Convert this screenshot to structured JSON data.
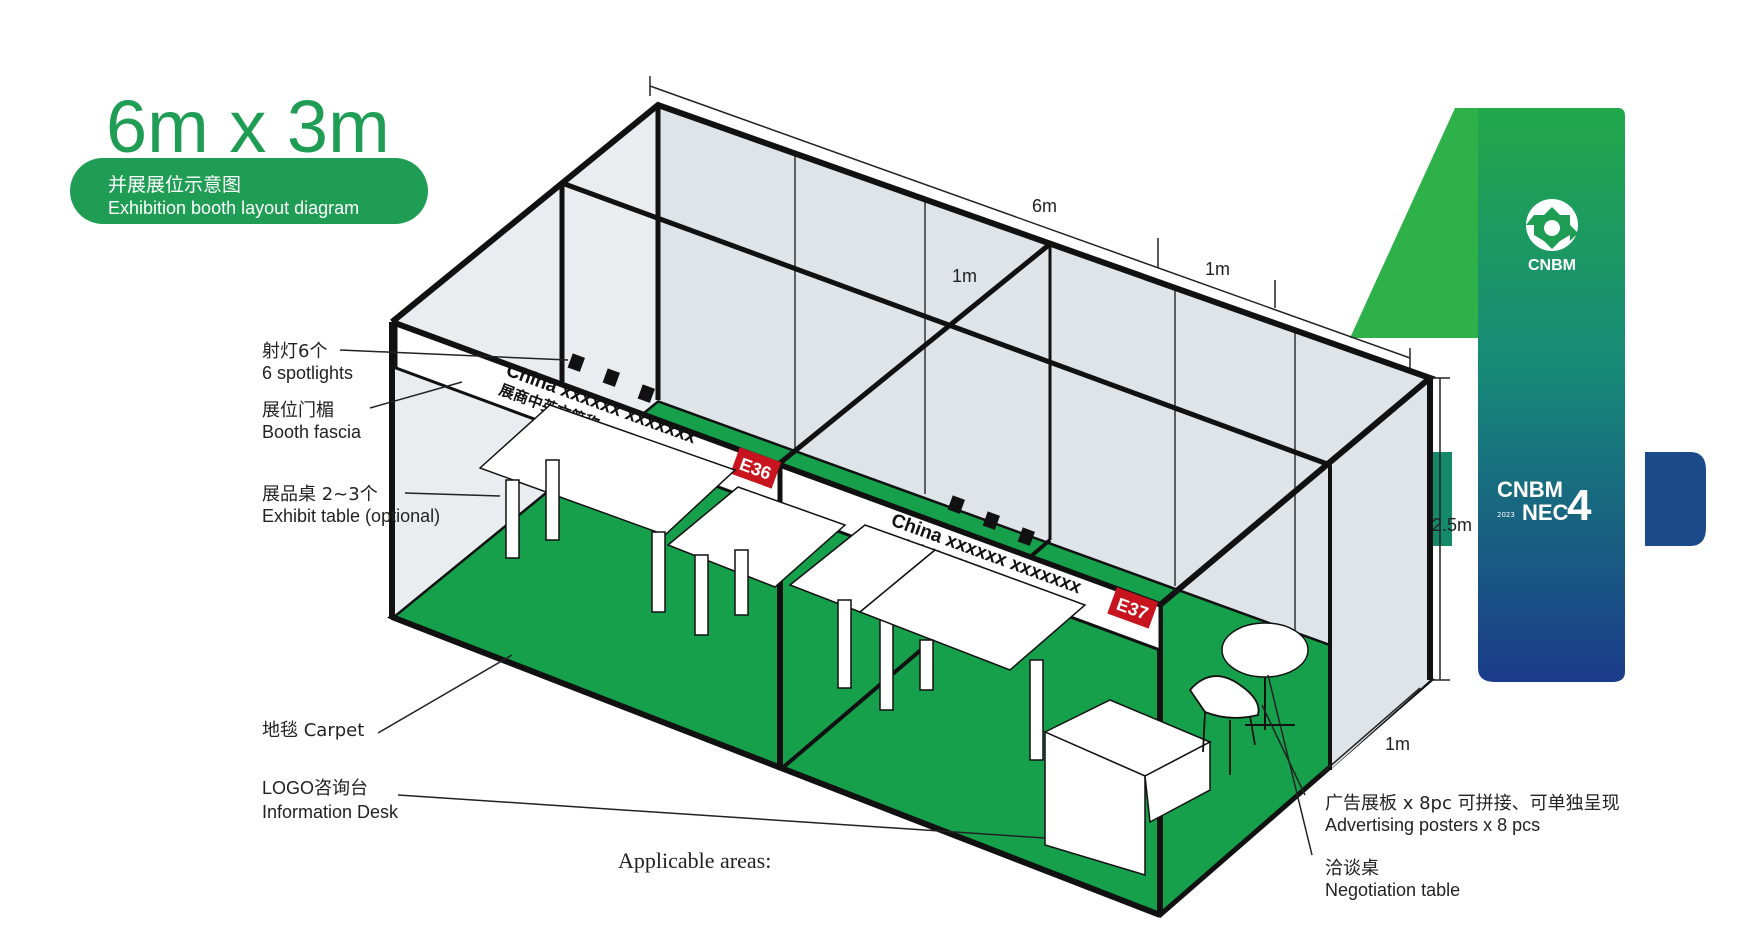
{
  "title": {
    "size": "6m x 3m",
    "pill_cn": "并展展位示意图",
    "pill_en": "Exhibition booth layout diagram"
  },
  "colors": {
    "green": "#16a04c",
    "pill": "#1f9d55",
    "title": "#1f9d55",
    "wall": "#dfe4e8",
    "logo_green": "#2fb14a",
    "logo_blue": "#1a3b8a",
    "booth_badge": "#c8141e"
  },
  "dimensions": {
    "length": "6m",
    "module": "1m",
    "module_top": "1m",
    "height": "2.5m",
    "depth": "1m"
  },
  "labels": {
    "spotlights_cn": "射灯6个",
    "spotlights_en": "6 spotlights",
    "fascia_cn": "展位门楣",
    "fascia_en": "Booth fascia",
    "table_cn": "展品桌 2~3个",
    "table_en": "Exhibit table (optional)",
    "carpet": "地毯  Carpet",
    "desk_cn": "LOGO咨询台",
    "desk_en": "Information Desk",
    "posters_cn": "广告展板 x 8pc  可拼接、可单独呈现",
    "posters_en": "Advertising posters x 8 pcs",
    "negotiation_cn": "洽谈桌",
    "negotiation_en": "Negotiation table",
    "applicable": "Applicable areas:"
  },
  "fascia": {
    "line1": "China xxxxxx xxxxxxx",
    "line2": "展商中英文简称",
    "left_booth": "E36",
    "right_booth": "E37"
  },
  "brand": {
    "company": "CNBM",
    "event_1": "CNBM",
    "event_2": "NEC",
    "event_number": "4",
    "event_year": "2023"
  }
}
